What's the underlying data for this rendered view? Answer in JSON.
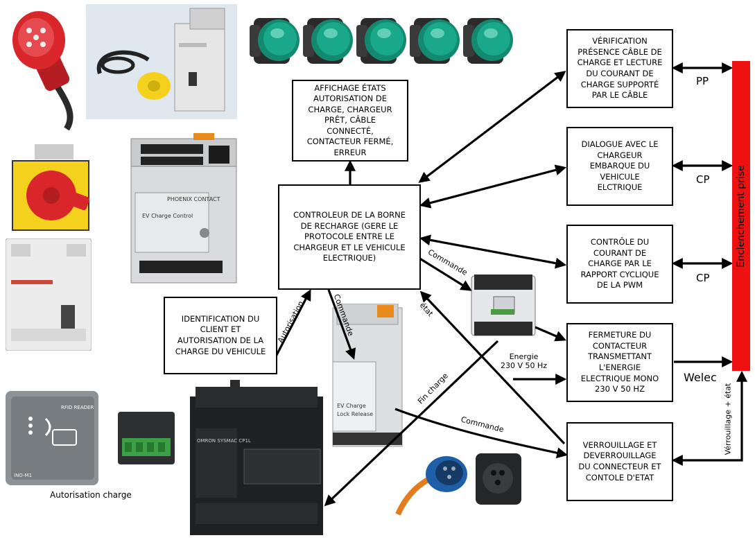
{
  "boxes": {
    "affichage": "AFFICHAGE ÉTATS\nAUTORISATION DE\nCHARGE, CHARGEUR\nPRÊT, CÂBLE\nCONNECTÉ,\nCONTACTEUR FERMÉ,\nERREUR",
    "controleur": "CONTROLEUR DE LA BORNE\nDE RECHARGE (GERE LE\nPROTOCOLE ENTRE LE\nCHARGEUR ET LE VEHICULE\nELECTRIQUE)",
    "identification": "IDENTIFICATION DU\nCLIENT ET\nAUTORISATION DE LA\nCHARGE DU VEHICULE",
    "verification": "VÉRIFICATION\nPRÉSENCE CÂBLE DE\nCHARGE ET LECTURE\nDU COURANT DE\nCHARGE SUPPORTÉ\nPAR LE CÂBLE",
    "dialogue": "DIALOGUE AVEC LE\nCHARGEUR\nEMBARQUE DU\nVEHICULE\nELCTRIQUE",
    "controle": "CONTRÔLE DU\nCOURANT DE\nCHARGE PAR LE\nRAPPORT CYCLIQUE\nDE LA PWM",
    "fermeture": "FERMETURE DU\nCONTACTEUR\nTRANSMETTANT\nL'ENERGIE\nELECTRIQUE MONO\n230 V 50 Hz",
    "verrouillage": "VERROUILLAGE ET\nDEVERROUILLAGE\nDU CONNECTEUR ET\nCONTOLE D'ETAT"
  },
  "labels": {
    "pp": "PP",
    "cp1": "CP",
    "cp2": "CP",
    "welec": "Welec",
    "enclenchement": "Enclenchement prise",
    "verrouillage_etat": "Vérrouillage + état",
    "autorisation": "Autorisation",
    "commande1": "Commande",
    "commande2": "Commande",
    "commande3": "Commande",
    "etat": "état",
    "fin_charge": "Fin charge",
    "energie": "Energie\n230 V 50 Hz",
    "autorisation_charge": "Autorisation charge"
  },
  "device_text": {
    "rfid_reader": "RFID READER",
    "rfid_model": "INO-M1",
    "ev_charge_control": "EV Charge Control",
    "phoenix_contact": "PHOENIX CONTACT",
    "ev_charge_lock": "EV  Charge\nLock Release",
    "plc_brand": "OMRON SYSMAC CP1L"
  },
  "colors": {
    "red_bar": "#ee1111",
    "pilot_green": "#1aa88a",
    "plug_red": "#d8262b",
    "switch_yellow": "#f4d11c",
    "device_gray": "#d9dbde"
  }
}
